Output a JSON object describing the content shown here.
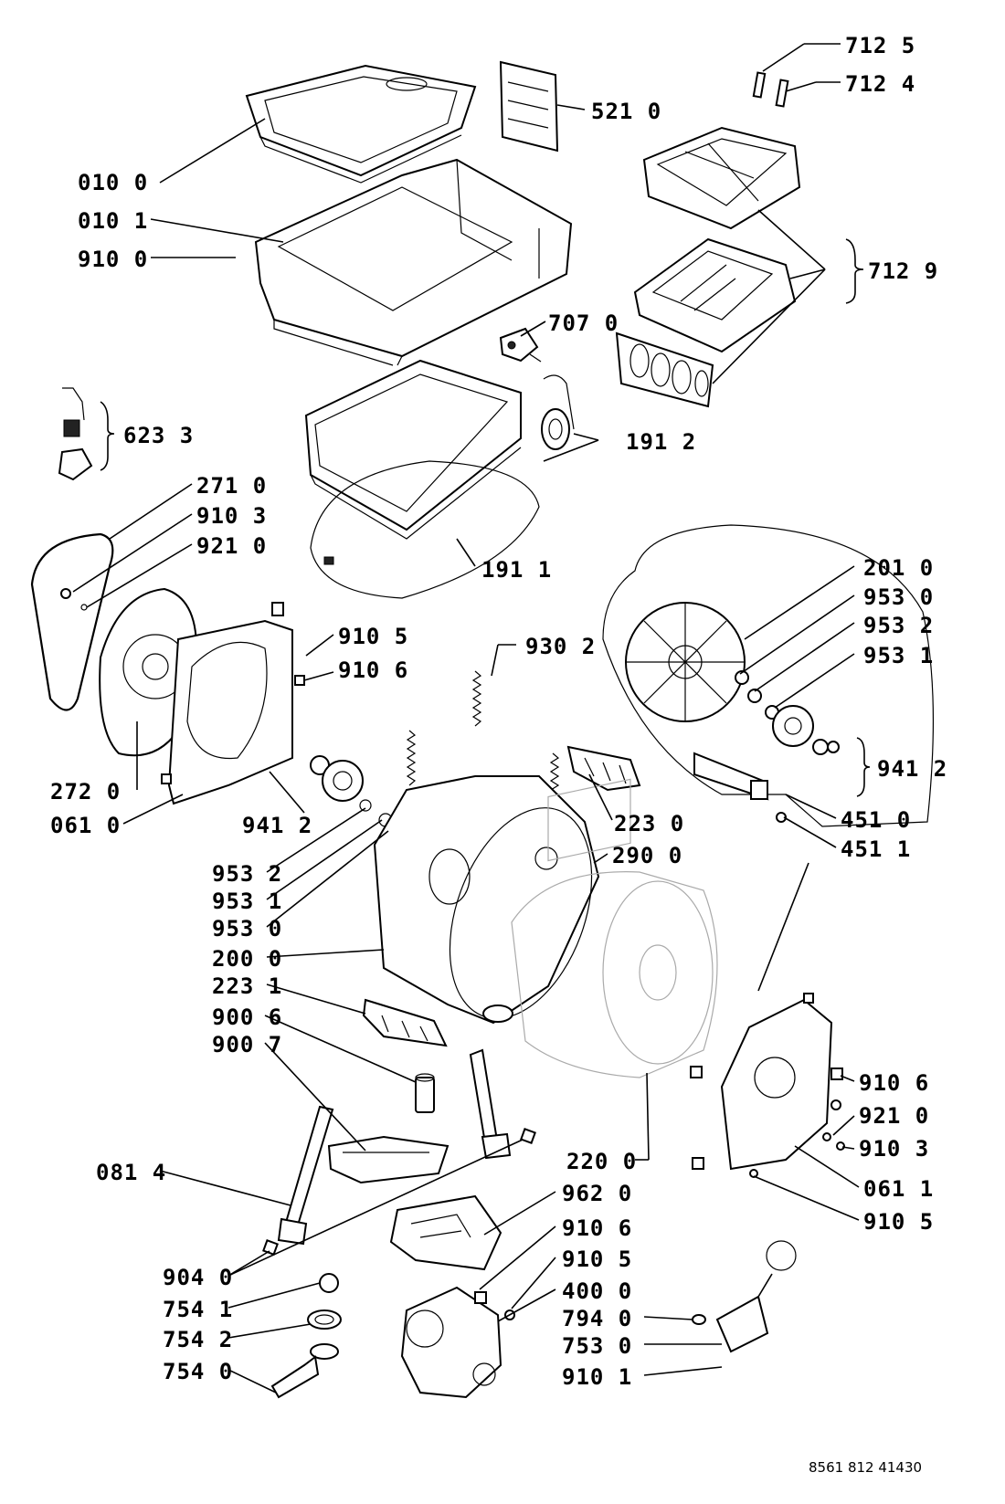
{
  "drawing_code": "8561 812 41430",
  "labels": {
    "l_0100": "010 0",
    "l_0101": "010 1",
    "l_9100": "910 0",
    "l_5210": "521 0",
    "l_7125": "712 5",
    "l_7124": "712 4",
    "l_7129": "712 9",
    "l_7070": "707 0",
    "l_6233": "623 3",
    "l_1912": "191 2",
    "l_2710": "271 0",
    "l_9103a": "910 3",
    "l_9210a": "921 0",
    "l_1911": "191 1",
    "l_9105a": "910 5",
    "l_9106a": "910 6",
    "l_9302": "930 2",
    "l_2010": "201 0",
    "l_9530a": "953 0",
    "l_9532a": "953 2",
    "l_9531a": "953 1",
    "l_9412a": "941 2",
    "l_9412b": "941 2",
    "l_2720": "272 0",
    "l_0610": "061 0",
    "l_2230": "223 0",
    "l_4510": "451 0",
    "l_4511": "451 1",
    "l_2900": "290 0",
    "l_9532b": "953 2",
    "l_9531b": "953 1",
    "l_9530b": "953 0",
    "l_2000": "200 0",
    "l_2231": "223 1",
    "l_9006": "900 6",
    "l_9007": "900 7",
    "l_9106b": "910 6",
    "l_9210b": "921 0",
    "l_9103b": "910 3",
    "l_0814": "081 4",
    "l_2200": "220 0",
    "l_0611": "061 1",
    "l_9105b": "910 5",
    "l_9620": "962 0",
    "l_9106c": "910 6",
    "l_9105c": "910 5",
    "l_4000": "400 0",
    "l_9040": "904 0",
    "l_7541": "754 1",
    "l_7542": "754 2",
    "l_7540": "754 0",
    "l_7940": "794 0",
    "l_7530": "753 0",
    "l_9101": "910 1"
  }
}
